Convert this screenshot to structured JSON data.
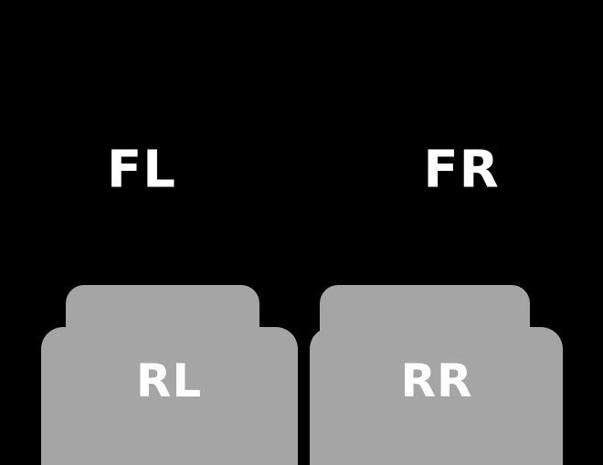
{
  "diagram": {
    "name": "car-floor-mat-positions",
    "labels": {
      "front_left": "FL",
      "front_right": "FR",
      "rear_left": "RL",
      "rear_right": "RR"
    },
    "colors": {
      "background": "#000000",
      "mat_fill": "#a5a5a5",
      "label_text": "#ffffff"
    }
  }
}
